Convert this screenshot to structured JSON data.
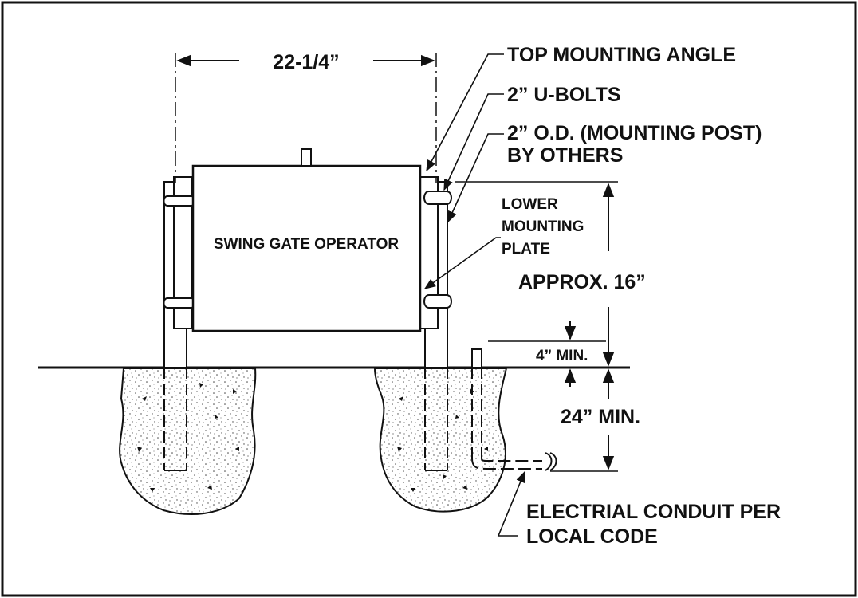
{
  "labels": {
    "width_dim": "22-1/4”",
    "top_mounting_angle": "TOP MOUNTING ANGLE",
    "u_bolts": "2” U-BOLTS",
    "mounting_post_1": "2” O.D. (MOUNTING POST)",
    "mounting_post_2": "BY OTHERS",
    "lower_plate_1": "LOWER",
    "lower_plate_2": "MOUNTING",
    "lower_plate_3": "PLATE",
    "operator": "SWING GATE OPERATOR",
    "approx_height": "APPROX. 16”",
    "min_4": "4” MIN.",
    "min_24": "24” MIN.",
    "conduit_1": "ELECTRIAL CONDUIT PER",
    "conduit_2": "LOCAL CODE"
  },
  "colors": {
    "line": "#111111",
    "concrete": "#f2f2f2",
    "background": "#ffffff"
  }
}
